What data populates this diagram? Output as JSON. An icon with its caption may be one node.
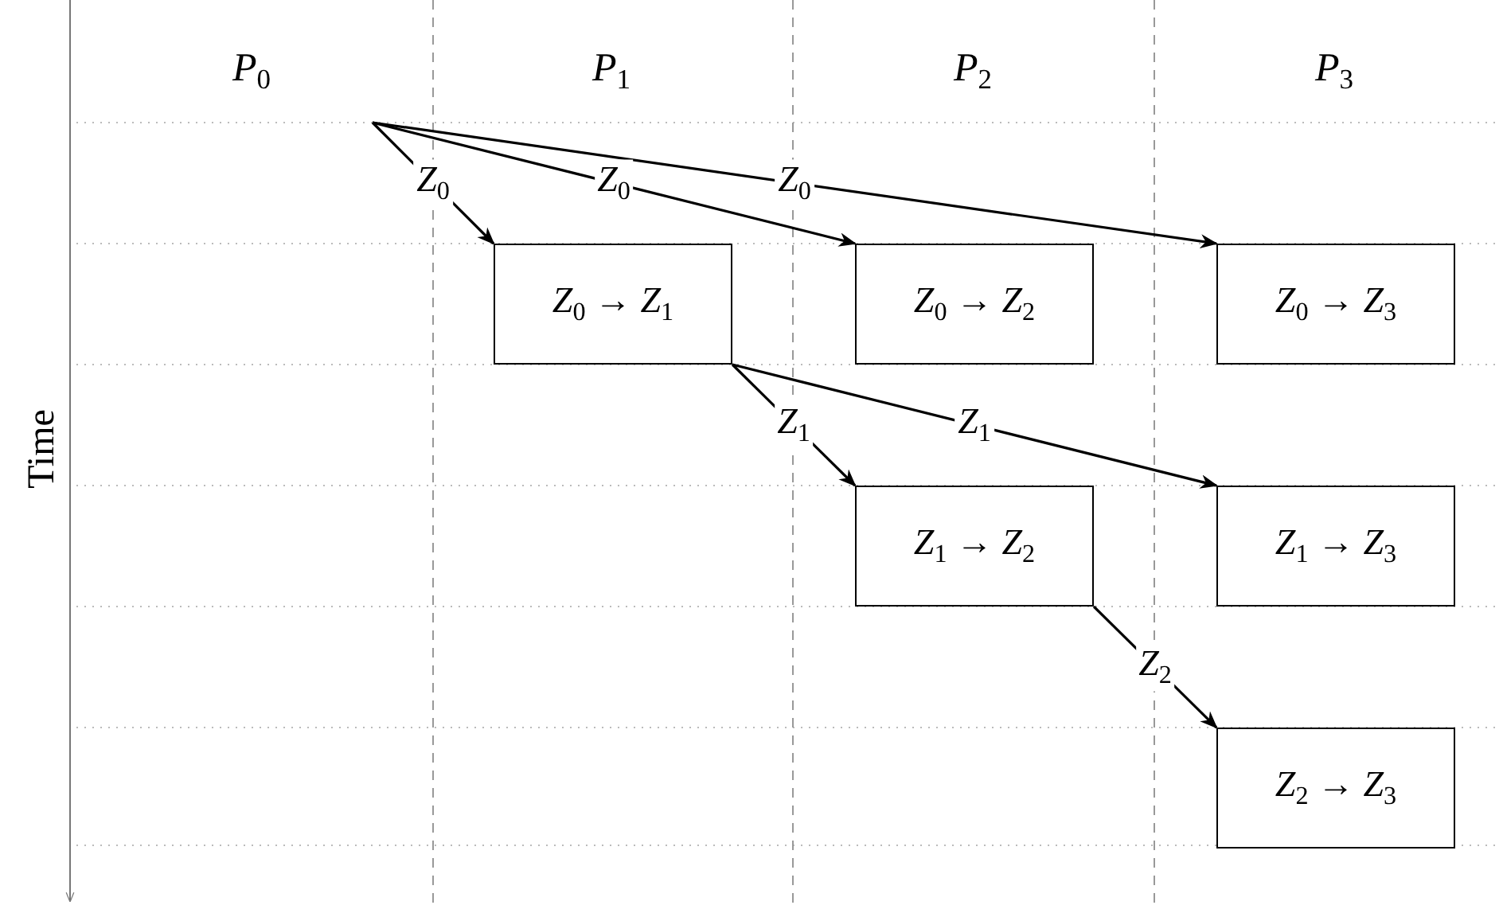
{
  "diagram": {
    "nodes": [
      {
        "text": [
          "*Z*$_{0}$ → *Z*$_{1}$"
        ]
      },
      {
        "text": [
          "*Z*$_{0}$ → *Z*$_{2}$"
        ]
      },
      {
        "text": [
          "*Z*$_{0}$ → *Z*$_{3}$"
        ]
      },
      {
        "text": [
          "*Z*$_{1}$ → *Z*$_{2}$"
        ]
      },
      {
        "text": [
          "*Z*$_{1}$ → *Z*$_{3}$"
        ]
      },
      {
        "text": [
          "*Z*$_{2}$ → *Z*$_{3}$"
        ]
      }
    ],
    "edges": [
      {
        "from": null,
        "to": 0,
        "arrow": "to",
        "label": "*Z*$_{0}$"
      },
      {
        "from": null,
        "to": 1,
        "arrow": "to",
        "label": "*Z*$_{0}$"
      },
      {
        "from": null,
        "to": 2,
        "arrow": "to",
        "label": "*Z*$_{0}$"
      },
      {
        "from": 0,
        "to": 3,
        "arrow": "to",
        "label": "*Z*$_{1}$"
      },
      {
        "from": 0,
        "to": 4,
        "arrow": "to",
        "label": "*Z*$_{1}$"
      },
      {
        "from": 3,
        "to": 5,
        "arrow": "to",
        "label": "*Z*$_{2}$"
      }
    ],
    "labels": [
      "*P*$_{0}$",
      "*P*$_{1}$",
      "*P*$_{2}$",
      "*P*$_{3}$",
      "Time"
    ]
  }
}
